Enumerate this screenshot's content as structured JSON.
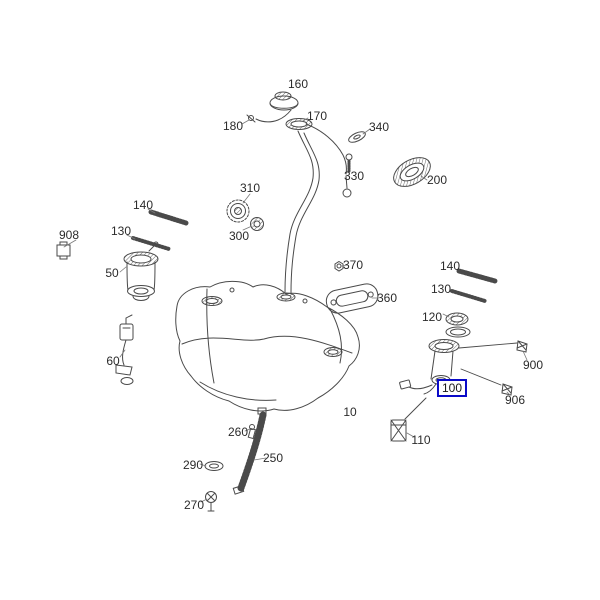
{
  "page": {
    "background_color": "#ffffff"
  },
  "diagram": {
    "kind": "exploded-parts-diagram",
    "colors": {
      "line": "#4a4a4a",
      "label_text": "#2b2b2b",
      "highlight_box": "#0a0ac8"
    },
    "highlighted_part": "100",
    "labels": {
      "p160": "160",
      "p180": "180",
      "p170": "170",
      "p340": "340",
      "p330": "330",
      "p200": "200",
      "p310": "310",
      "p300": "300",
      "p140_left": "140",
      "p130_left": "130",
      "p908": "908",
      "p50": "50",
      "p370": "370",
      "p360": "360",
      "p60": "60",
      "p140_right": "140",
      "p130_right": "130",
      "p120": "120",
      "p900": "900",
      "p100": "100",
      "p906": "906",
      "p10": "10",
      "p110": "110",
      "p260": "260",
      "p250": "250",
      "p290": "290",
      "p270": "270"
    }
  }
}
